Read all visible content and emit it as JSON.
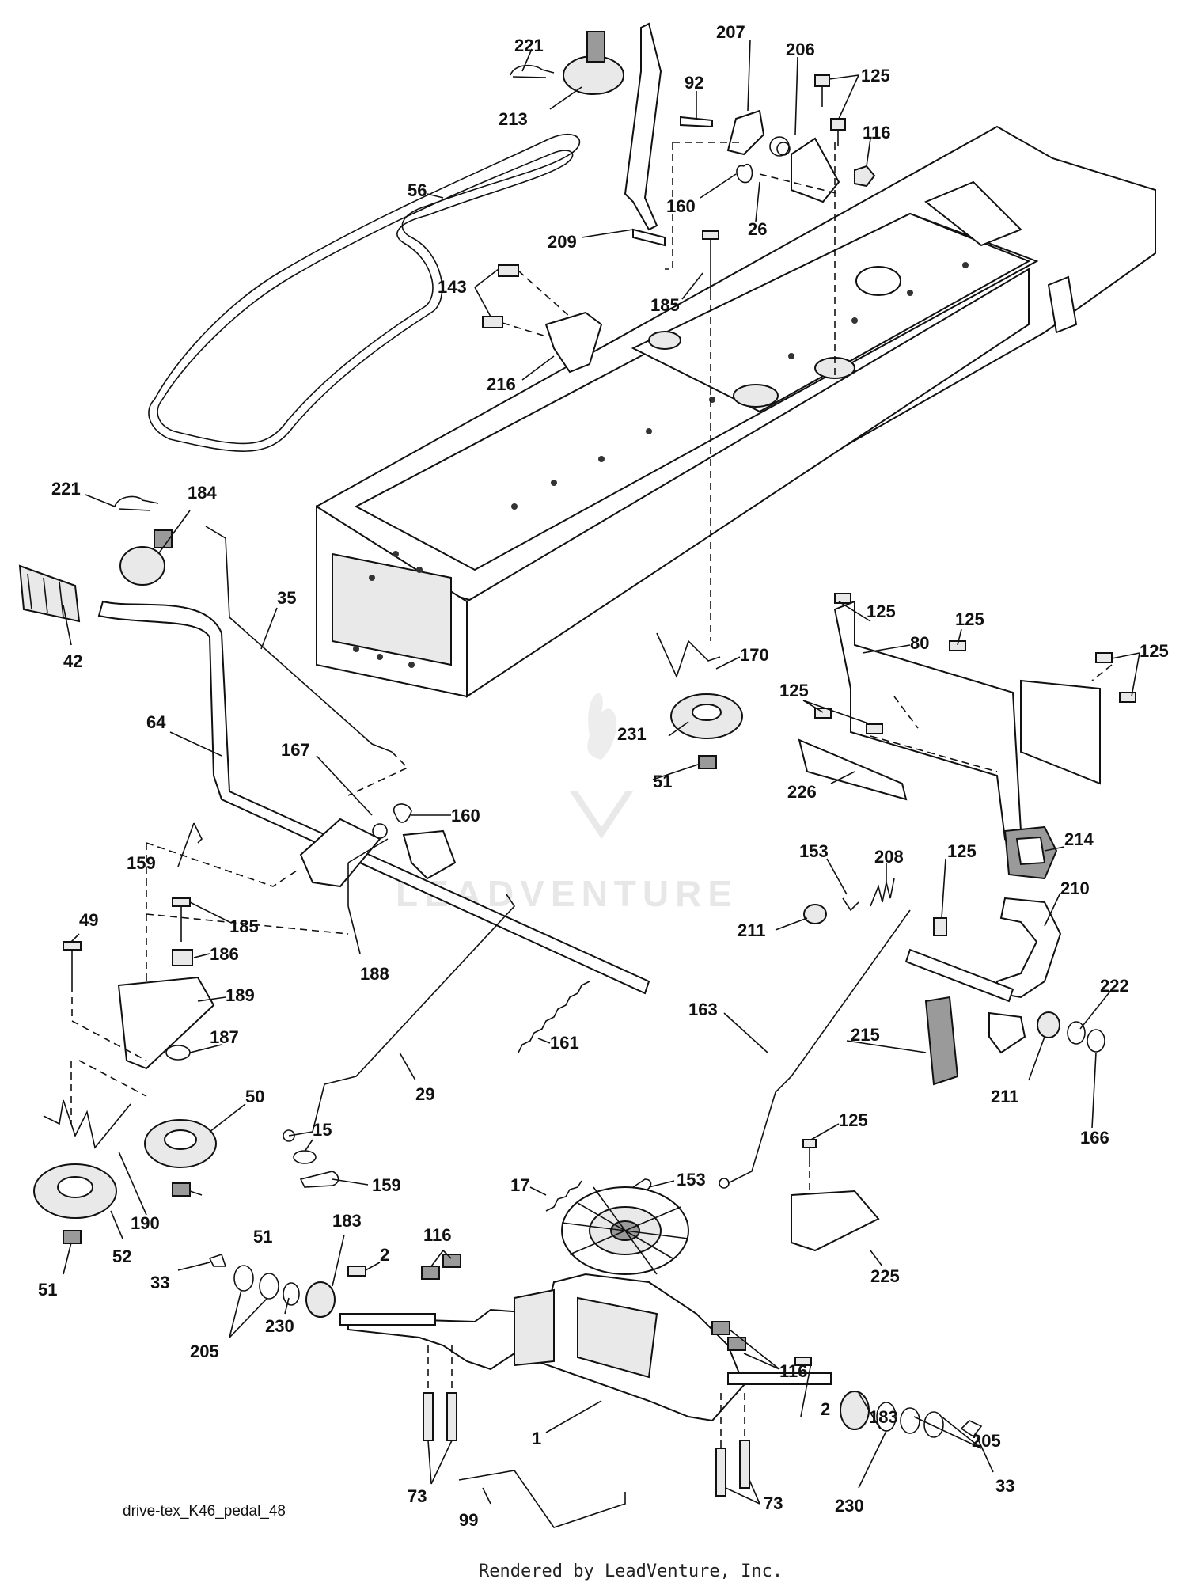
{
  "diagram": {
    "caption": "drive-tex_K46_pedal_48",
    "footer": "Rendered by LeadVenture, Inc.",
    "watermark": "LEADVENTURE",
    "callouts": [
      {
        "id": "c221a",
        "text": "221"
      },
      {
        "id": "c213",
        "text": "213"
      },
      {
        "id": "c56",
        "text": "56"
      },
      {
        "id": "c207",
        "text": "207"
      },
      {
        "id": "c92",
        "text": "92"
      },
      {
        "id": "c206",
        "text": "206"
      },
      {
        "id": "c125a",
        "text": "125"
      },
      {
        "id": "c116a",
        "text": "116"
      },
      {
        "id": "c160a",
        "text": "160"
      },
      {
        "id": "c26",
        "text": "26"
      },
      {
        "id": "c209",
        "text": "209"
      },
      {
        "id": "c143",
        "text": "143"
      },
      {
        "id": "c185a",
        "text": "185"
      },
      {
        "id": "c216",
        "text": "216"
      },
      {
        "id": "c221b",
        "text": "221"
      },
      {
        "id": "c184",
        "text": "184"
      },
      {
        "id": "c35",
        "text": "35"
      },
      {
        "id": "c42",
        "text": "42"
      },
      {
        "id": "c170",
        "text": "170"
      },
      {
        "id": "c125b",
        "text": "125"
      },
      {
        "id": "c80",
        "text": "80"
      },
      {
        "id": "c125c",
        "text": "125"
      },
      {
        "id": "c125d",
        "text": "125"
      },
      {
        "id": "c125e",
        "text": "125"
      },
      {
        "id": "c231",
        "text": "231"
      },
      {
        "id": "c64",
        "text": "64"
      },
      {
        "id": "c167",
        "text": "167"
      },
      {
        "id": "c51a",
        "text": "51"
      },
      {
        "id": "c226",
        "text": "226"
      },
      {
        "id": "c160b",
        "text": "160"
      },
      {
        "id": "c159a",
        "text": "159"
      },
      {
        "id": "c214",
        "text": "214"
      },
      {
        "id": "c153a",
        "text": "153"
      },
      {
        "id": "c208",
        "text": "208"
      },
      {
        "id": "c125f",
        "text": "125"
      },
      {
        "id": "c210",
        "text": "210"
      },
      {
        "id": "c49",
        "text": "49"
      },
      {
        "id": "c185b",
        "text": "185"
      },
      {
        "id": "c211a",
        "text": "211"
      },
      {
        "id": "c186",
        "text": "186"
      },
      {
        "id": "c188",
        "text": "188"
      },
      {
        "id": "c189",
        "text": "189"
      },
      {
        "id": "c222",
        "text": "222"
      },
      {
        "id": "c163",
        "text": "163"
      },
      {
        "id": "c161",
        "text": "161"
      },
      {
        "id": "c215",
        "text": "215"
      },
      {
        "id": "c187",
        "text": "187"
      },
      {
        "id": "c29",
        "text": "29"
      },
      {
        "id": "c211b",
        "text": "211"
      },
      {
        "id": "c50",
        "text": "50"
      },
      {
        "id": "c166",
        "text": "166"
      },
      {
        "id": "c125g",
        "text": "125"
      },
      {
        "id": "c15",
        "text": "15"
      },
      {
        "id": "c190",
        "text": "190"
      },
      {
        "id": "c159b",
        "text": "159"
      },
      {
        "id": "c17",
        "text": "17"
      },
      {
        "id": "c153b",
        "text": "153"
      },
      {
        "id": "c51b",
        "text": "51"
      },
      {
        "id": "c52",
        "text": "52"
      },
      {
        "id": "c183a",
        "text": "183"
      },
      {
        "id": "c116b",
        "text": "116"
      },
      {
        "id": "c2a",
        "text": "2"
      },
      {
        "id": "c225",
        "text": "225"
      },
      {
        "id": "c51c",
        "text": "51"
      },
      {
        "id": "c33a",
        "text": "33"
      },
      {
        "id": "c230a",
        "text": "230"
      },
      {
        "id": "c205a",
        "text": "205"
      },
      {
        "id": "c116c",
        "text": "116"
      },
      {
        "id": "c2b",
        "text": "2"
      },
      {
        "id": "c183b",
        "text": "183"
      },
      {
        "id": "c1",
        "text": "1"
      },
      {
        "id": "c73a",
        "text": "73"
      },
      {
        "id": "c205b",
        "text": "205"
      },
      {
        "id": "c33b",
        "text": "33"
      },
      {
        "id": "c99",
        "text": "99"
      },
      {
        "id": "c230b",
        "text": "230"
      },
      {
        "id": "c73b",
        "text": "73"
      }
    ]
  }
}
